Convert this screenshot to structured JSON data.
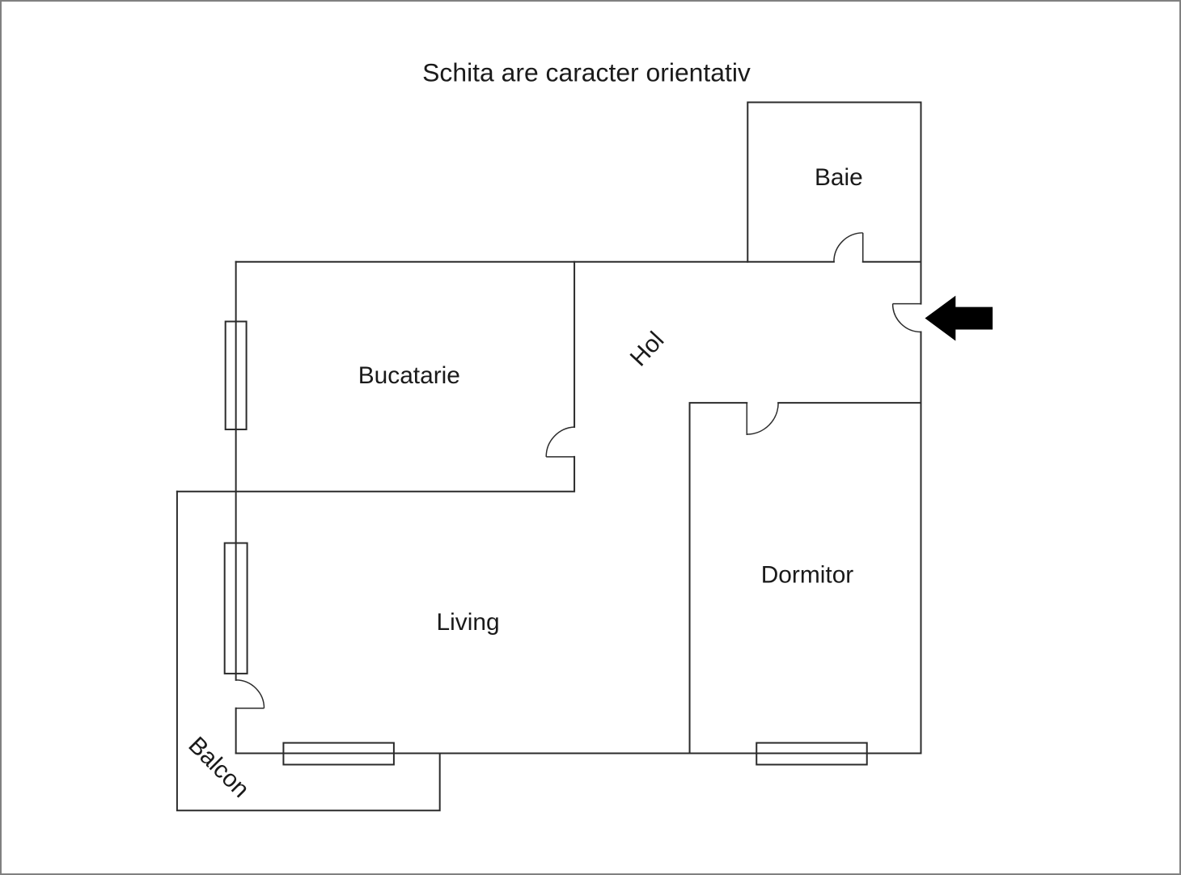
{
  "title": "Schita are caracter orientativ",
  "rooms": {
    "baie": {
      "label": "Baie"
    },
    "bucatarie": {
      "label": "Bucatarie"
    },
    "hol": {
      "label": "Hol"
    },
    "dormitor": {
      "label": "Dormitor"
    },
    "living": {
      "label": "Living"
    },
    "balcon": {
      "label": "Balcon"
    }
  },
  "icons": {
    "entrance_arrow": "arrow-left-icon"
  },
  "colors": {
    "background": "#ffffff",
    "frame": "#808080",
    "wall": "#2b2b2b",
    "text": "#1a1a1a",
    "arrow": "#000000"
  }
}
